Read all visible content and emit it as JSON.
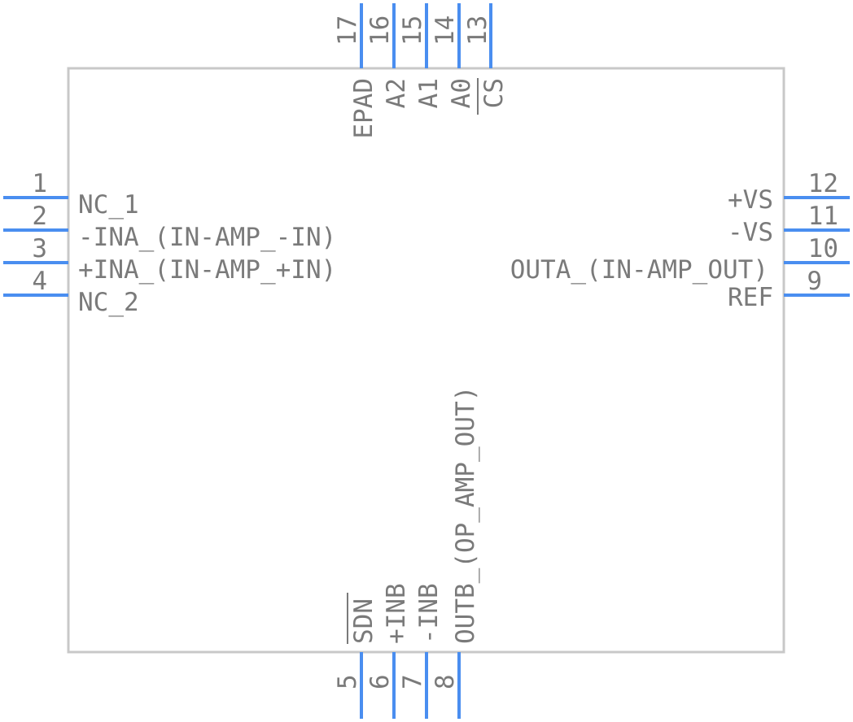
{
  "component": {
    "pins_left": [
      {
        "number": "1",
        "name": "NC_1"
      },
      {
        "number": "2",
        "name": "-INA_(IN-AMP_-IN)"
      },
      {
        "number": "3",
        "name": "+INA_(IN-AMP_+IN)"
      },
      {
        "number": "4",
        "name": "NC_2"
      }
    ],
    "pins_right": [
      {
        "number": "12",
        "name": "+VS"
      },
      {
        "number": "11",
        "name": "-VS"
      },
      {
        "number": "10",
        "name": "OUTA_(IN-AMP_OUT)"
      },
      {
        "number": "9",
        "name": "REF"
      }
    ],
    "pins_top": [
      {
        "number": "17",
        "name": "EPAD",
        "overbar": false
      },
      {
        "number": "16",
        "name": "A2",
        "overbar": false
      },
      {
        "number": "15",
        "name": "A1",
        "overbar": false
      },
      {
        "number": "14",
        "name": "A0",
        "overbar": false
      },
      {
        "number": "13",
        "name": "CS",
        "overbar": true
      }
    ],
    "pins_bottom": [
      {
        "number": "5",
        "name": "SDN",
        "overbar": true
      },
      {
        "number": "6",
        "name": "+INB",
        "overbar": false
      },
      {
        "number": "7",
        "name": "-INB",
        "overbar": false
      },
      {
        "number": "8",
        "name": "OUTB_(OP_AMP_OUT)",
        "overbar": false
      }
    ]
  },
  "colors": {
    "pin": "#4a8ef0",
    "body_outline": "#c8c8c8",
    "text": "#7a7a7a"
  }
}
